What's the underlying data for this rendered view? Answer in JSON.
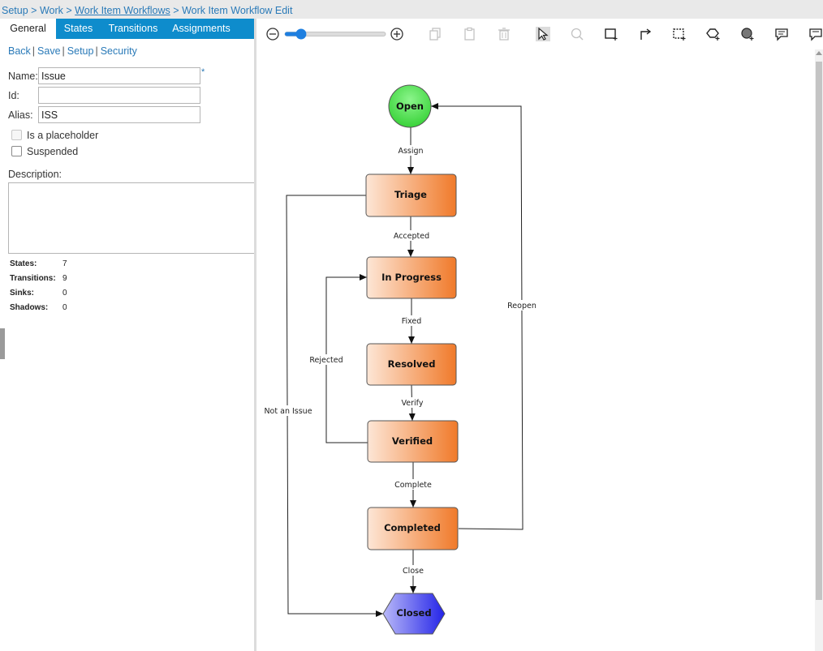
{
  "breadcrumb": {
    "items": [
      "Setup",
      "Work",
      "Work Item Workflows",
      "Work Item Workflow Edit"
    ],
    "separator": ">"
  },
  "tabs": [
    "General",
    "States",
    "Transitions",
    "Assignments"
  ],
  "links": [
    "Back",
    "Save",
    "Setup",
    "Security"
  ],
  "link_separator": "|",
  "form": {
    "name_label": "Name:",
    "name_value": "Issue",
    "required_mark": "*",
    "id_label": "Id:",
    "id_value": "",
    "alias_label": "Alias:",
    "alias_value": "ISS",
    "placeholder_label": "Is a placeholder",
    "suspended_label": "Suspended",
    "description_label": "Description:"
  },
  "stats": [
    {
      "label": "States:",
      "value": "7"
    },
    {
      "label": "Transitions:",
      "value": "9"
    },
    {
      "label": "Sinks:",
      "value": "0"
    },
    {
      "label": "Shadows:",
      "value": "0"
    }
  ],
  "toolbar": {
    "zoom_level": 0.12,
    "icons": [
      "zoom-out-icon",
      "zoom-in-icon",
      "copy-icon",
      "paste-icon",
      "delete-icon",
      "select-pointer-icon",
      "search-node-icon",
      "add-state-icon",
      "add-transition-icon",
      "add-group-icon",
      "add-shape-icon",
      "add-shadow-icon",
      "add-comment-icon",
      "add-note-icon"
    ]
  },
  "workflow": {
    "states": {
      "open": "Open",
      "triage": "Triage",
      "in_progress": "In Progress",
      "resolved": "Resolved",
      "verified": "Verified",
      "completed": "Completed",
      "closed": "Closed"
    },
    "transitions": {
      "assign": "Assign",
      "accepted": "Accepted",
      "fixed": "Fixed",
      "verify": "Verify",
      "complete": "Complete",
      "close": "Close",
      "rejected": "Rejected",
      "not_an_issue": "Not an Issue",
      "reopen": "Reopen"
    },
    "colors": {
      "open_fill": "#5ee65e",
      "state_fill_start": "#fde6d6",
      "state_fill_end": "#f07a2a",
      "closed_fill": "#6c6cf2"
    }
  }
}
